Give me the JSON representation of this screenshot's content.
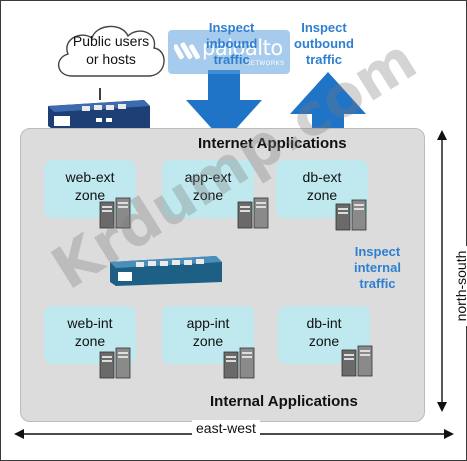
{
  "cloud": {
    "line1": "Public users",
    "line2": "or hosts"
  },
  "logo": {
    "brand": "paloalto",
    "sub": "NETWORKS"
  },
  "inspect_inbound": {
    "line1": "Inspect",
    "line2": "inbound",
    "line3": "traffic"
  },
  "inspect_outbound": {
    "line1": "Inspect",
    "line2": "outbound",
    "line3": "traffic"
  },
  "inspect_internal": {
    "line1": "Inspect",
    "line2": "internal",
    "line3": "traffic"
  },
  "internet_apps_title": "Internet Applications",
  "internal_apps_title": "Internal Applications",
  "zones": {
    "web_ext": {
      "line1": "web-ext",
      "line2": "zone"
    },
    "app_ext": {
      "line1": "app-ext",
      "line2": "zone"
    },
    "db_ext": {
      "line1": "db-ext",
      "line2": "zone"
    },
    "web_int": {
      "line1": "web-int",
      "line2": "zone"
    },
    "app_int": {
      "line1": "app-int",
      "line2": "zone"
    },
    "db_int": {
      "line1": "db-int",
      "line2": "zone"
    }
  },
  "axis": {
    "east_west": "east-west",
    "north_south": "north-south"
  },
  "watermark": "Krdump.com",
  "colors": {
    "arrow_blue": "#1f74c7",
    "zone_fill": "#bfe9ee",
    "connector": "#1f6f8b",
    "region_gray": "#dcdcdc"
  }
}
